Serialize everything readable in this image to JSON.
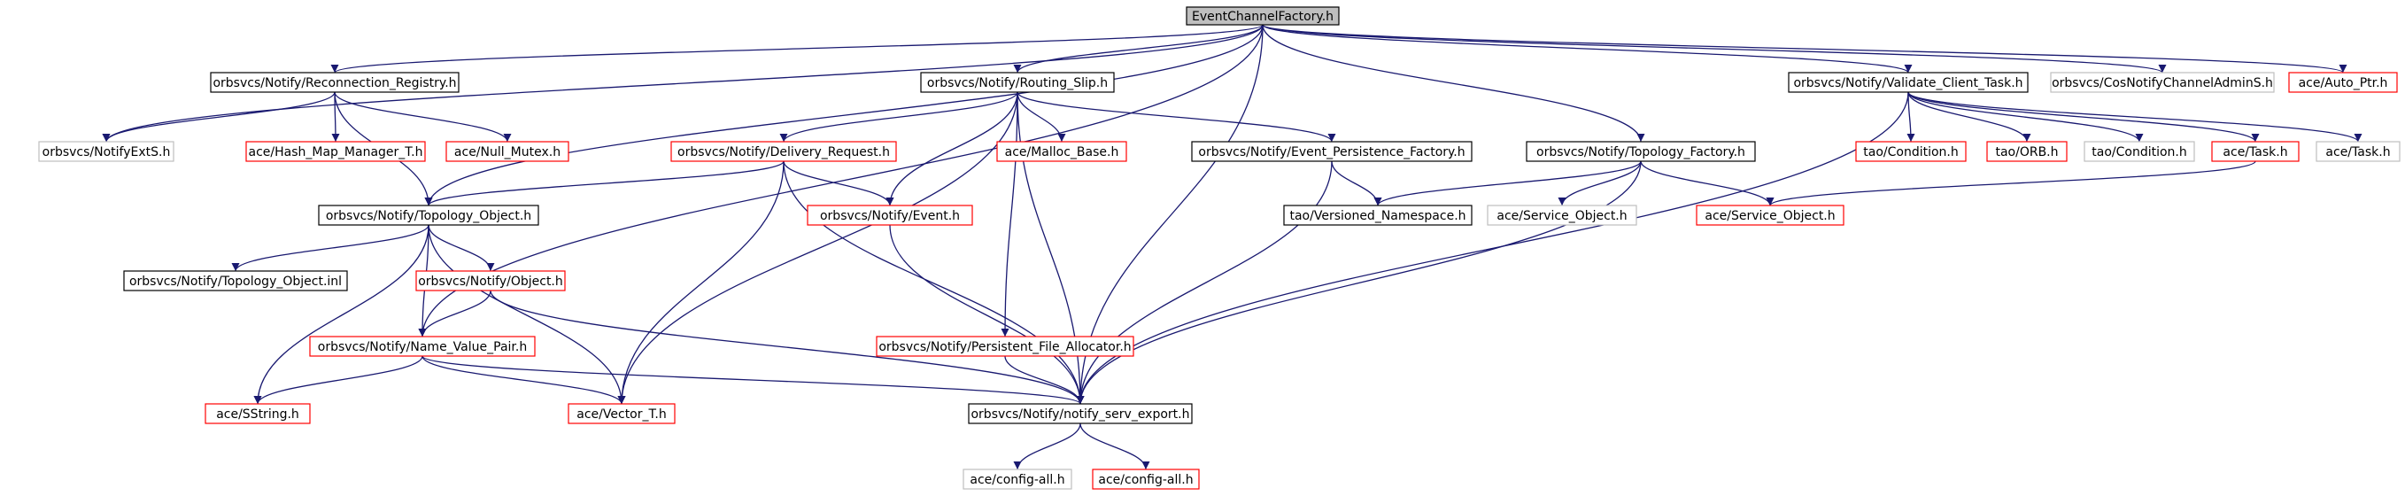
{
  "title": "EventChannelFactory.h",
  "colors": {
    "root_fill": "#bfbfbf",
    "solid_border": "#000000",
    "link_border": "#ff0000",
    "plain_border": "#bfbfbf",
    "edge": "#191970",
    "text": "#000000"
  },
  "nodes": [
    {
      "id": "root",
      "label": "EventChannelFactory.h",
      "style": "root"
    },
    {
      "id": "recreg",
      "label": "orbsvcs/Notify/Reconnection_Registry.h",
      "style": "solid"
    },
    {
      "id": "routing",
      "label": "orbsvcs/Notify/Routing_Slip.h",
      "style": "solid"
    },
    {
      "id": "validate",
      "label": "orbsvcs/Notify/Validate_Client_Task.h",
      "style": "solid"
    },
    {
      "id": "cosnotify",
      "label": "orbsvcs/CosNotifyChannelAdminS.h",
      "style": "plain"
    },
    {
      "id": "autoptr",
      "label": "ace/Auto_Ptr.h",
      "style": "link"
    },
    {
      "id": "notifyexts",
      "label": "orbsvcs/NotifyExtS.h",
      "style": "plain"
    },
    {
      "id": "hashmap",
      "label": "ace/Hash_Map_Manager_T.h",
      "style": "link"
    },
    {
      "id": "nullmutex",
      "label": "ace/Null_Mutex.h",
      "style": "link"
    },
    {
      "id": "delivery",
      "label": "orbsvcs/Notify/Delivery_Request.h",
      "style": "link"
    },
    {
      "id": "malloc",
      "label": "ace/Malloc_Base.h",
      "style": "link"
    },
    {
      "id": "evpersist",
      "label": "orbsvcs/Notify/Event_Persistence_Factory.h",
      "style": "solid"
    },
    {
      "id": "topofactory",
      "label": "orbsvcs/Notify/Topology_Factory.h",
      "style": "solid"
    },
    {
      "id": "taocondition_red",
      "label": "tao/Condition.h",
      "style": "link"
    },
    {
      "id": "taoorb",
      "label": "tao/ORB.h",
      "style": "link"
    },
    {
      "id": "taocondition",
      "label": "tao/Condition.h",
      "style": "plain"
    },
    {
      "id": "acetask_red",
      "label": "ace/Task.h",
      "style": "link"
    },
    {
      "id": "acetask",
      "label": "ace/Task.h",
      "style": "plain"
    },
    {
      "id": "topoobj",
      "label": "orbsvcs/Notify/Topology_Object.h",
      "style": "solid"
    },
    {
      "id": "event",
      "label": "orbsvcs/Notify/Event.h",
      "style": "link"
    },
    {
      "id": "versioned",
      "label": "tao/Versioned_Namespace.h",
      "style": "solid"
    },
    {
      "id": "servobj_plain",
      "label": "ace/Service_Object.h",
      "style": "plain"
    },
    {
      "id": "servobj",
      "label": "ace/Service_Object.h",
      "style": "link"
    },
    {
      "id": "topoinl",
      "label": "orbsvcs/Notify/Topology_Object.inl",
      "style": "solid"
    },
    {
      "id": "object",
      "label": "orbsvcs/Notify/Object.h",
      "style": "link"
    },
    {
      "id": "persistalloc",
      "label": "orbsvcs/Notify/Persistent_File_Allocator.h",
      "style": "link"
    },
    {
      "id": "namevalue",
      "label": "orbsvcs/Notify/Name_Value_Pair.h",
      "style": "link"
    },
    {
      "id": "sstring",
      "label": "ace/SString.h",
      "style": "link"
    },
    {
      "id": "vector",
      "label": "ace/Vector_T.h",
      "style": "link"
    },
    {
      "id": "servexport",
      "label": "orbsvcs/Notify/notify_serv_export.h",
      "style": "solid"
    },
    {
      "id": "configall_plain",
      "label": "ace/config-all.h",
      "style": "plain"
    },
    {
      "id": "configall",
      "label": "ace/config-all.h",
      "style": "link"
    }
  ],
  "edges": [
    [
      "root",
      "recreg"
    ],
    [
      "root",
      "routing"
    ],
    [
      "root",
      "validate"
    ],
    [
      "root",
      "cosnotify"
    ],
    [
      "root",
      "autoptr"
    ],
    [
      "root",
      "notifyexts"
    ],
    [
      "root",
      "topoobj"
    ],
    [
      "root",
      "namevalue"
    ],
    [
      "root",
      "topofactory"
    ],
    [
      "root",
      "servexport"
    ],
    [
      "recreg",
      "notifyexts"
    ],
    [
      "recreg",
      "hashmap"
    ],
    [
      "recreg",
      "nullmutex"
    ],
    [
      "recreg",
      "topoobj"
    ],
    [
      "routing",
      "delivery"
    ],
    [
      "routing",
      "malloc"
    ],
    [
      "routing",
      "evpersist"
    ],
    [
      "routing",
      "event"
    ],
    [
      "routing",
      "persistalloc"
    ],
    [
      "routing",
      "vector"
    ],
    [
      "routing",
      "servexport"
    ],
    [
      "validate",
      "taocondition_red"
    ],
    [
      "validate",
      "taoorb"
    ],
    [
      "validate",
      "taocondition"
    ],
    [
      "validate",
      "acetask_red"
    ],
    [
      "validate",
      "acetask"
    ],
    [
      "validate",
      "servexport"
    ],
    [
      "acetask_red",
      "servobj"
    ],
    [
      "delivery",
      "topoobj"
    ],
    [
      "delivery",
      "event"
    ],
    [
      "delivery",
      "vector"
    ],
    [
      "delivery",
      "servexport"
    ],
    [
      "evpersist",
      "versioned"
    ],
    [
      "evpersist",
      "servexport"
    ],
    [
      "topofactory",
      "versioned"
    ],
    [
      "topofactory",
      "servobj_plain"
    ],
    [
      "topofactory",
      "servobj"
    ],
    [
      "topofactory",
      "servexport"
    ],
    [
      "topoobj",
      "topoinl"
    ],
    [
      "topoobj",
      "object"
    ],
    [
      "topoobj",
      "namevalue"
    ],
    [
      "topoobj",
      "sstring"
    ],
    [
      "topoobj",
      "vector"
    ],
    [
      "event",
      "servexport"
    ],
    [
      "object",
      "namevalue"
    ],
    [
      "object",
      "servexport"
    ],
    [
      "persistalloc",
      "servexport"
    ],
    [
      "namevalue",
      "sstring"
    ],
    [
      "namevalue",
      "vector"
    ],
    [
      "namevalue",
      "servexport"
    ],
    [
      "servexport",
      "configall_plain"
    ],
    [
      "servexport",
      "configall"
    ]
  ]
}
